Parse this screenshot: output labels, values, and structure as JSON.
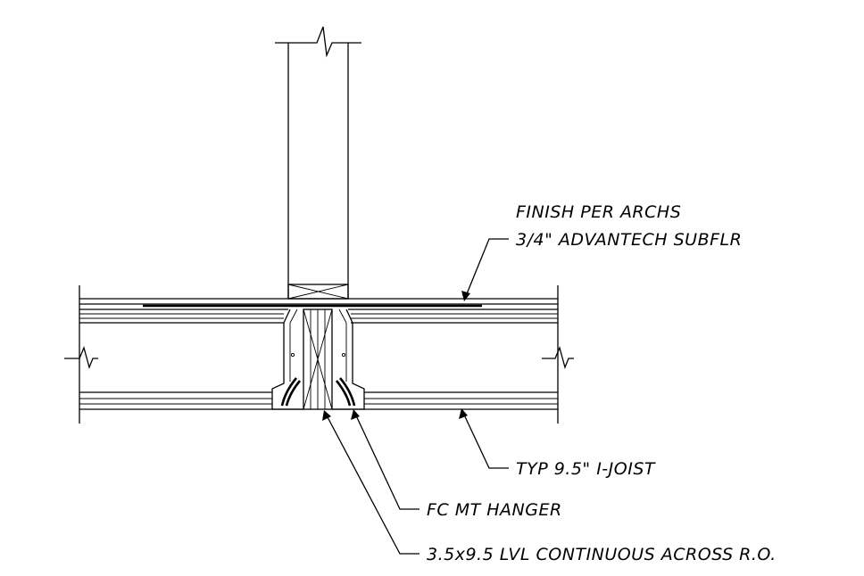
{
  "notes": {
    "finish": "FINISH PER ARCHS",
    "subfloor": "3/4\" ADVANTECH SUBFLR",
    "joist": "TYP 9.5\" I-JOIST",
    "hanger": "FC MT HANGER",
    "lvl": "3.5x9.5 LVL CONTINUOUS ACROSS R.O."
  },
  "colors": {
    "linework": "#000000",
    "background": "#ffffff"
  }
}
